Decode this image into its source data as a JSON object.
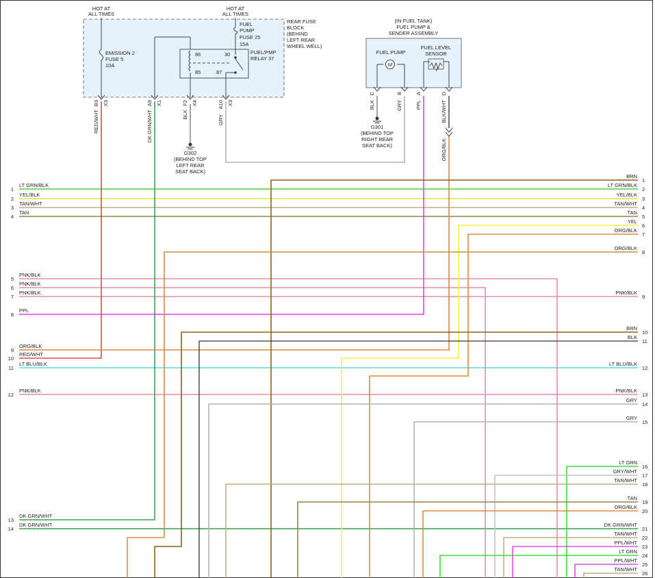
{
  "colors": {
    "LT GRN/BLK": "#52c94a",
    "YEL/BLK": "#e8e030",
    "TAN/WHT": "#c4ab87",
    "TAN": "#9a8246",
    "BRN": "#8a6418",
    "YEL": "#f4f23c",
    "ORG/BLK": "#dd8a3c",
    "PNK/BLK": "#e090a8",
    "PPL": "#e43ce4",
    "RED/WHT": "#e04848",
    "LT BLU/BLK": "#50d8e6",
    "BLK": "#333333",
    "GRY": "#b4b4b4",
    "DK GRN/WHT": "#3f9f4f",
    "LT GRN": "#3cdc3c",
    "GRY/WHT": "#c4c4c4",
    "PPL/WHT": "#e050e0",
    "BLK/WHT": "#555555"
  },
  "top": {
    "hot1": [
      "HOT AT",
      "ALL TIMES"
    ],
    "hot2": [
      "HOT AT",
      "ALL TIMES"
    ],
    "fuse_block": [
      "REAR FUSE",
      "BLOCK",
      "(BEHIND",
      "LEFT REAR",
      "WHEEL WELL)"
    ],
    "emission_fuse": [
      "EMISSION 2",
      "FUSE 5",
      "10A"
    ],
    "fuel_pump_fuse": [
      "FUEL",
      "PUMP",
      "FUSE 25",
      "15A"
    ],
    "relay": [
      "FUEL/PMP",
      "RELAY 37"
    ],
    "relay_pins": [
      "86",
      "30",
      "85",
      "87"
    ],
    "connectors": [
      {
        "pin": "B3",
        "conn": "X3",
        "wire": "RED/WHT"
      },
      {
        "pin": "A9",
        "conn": "X1",
        "wire": "DK GRN/WHT"
      },
      {
        "pin": "F2",
        "conn": "X4",
        "wire": "BLK"
      },
      {
        "pin": "A10",
        "conn": "X3",
        "wire": "GRY"
      }
    ],
    "g302": [
      "G302",
      "(BEHIND TOP",
      "LEFT REAR",
      "SEAT BACK)"
    ],
    "tank": [
      "(IN FUEL TANK)",
      "FUEL PUMP &",
      "SENDER ASSEMBLY"
    ],
    "fuel_pump_label": "FUEL PUMP",
    "motor": "M",
    "sensor": [
      "FUEL LEVEL",
      "SENSOR"
    ],
    "sender_pins": [
      {
        "pin": "C",
        "wire": "BLK"
      },
      {
        "pin": "B",
        "wire": "GRY"
      },
      {
        "pin": "A",
        "wire": "PPL"
      },
      {
        "pin": "D",
        "wire": "BLK/WHT"
      }
    ],
    "g301": [
      "G301",
      "(BEHIND TOP",
      "RIGHT REAR",
      "SEAT BACK)"
    ],
    "splice_wire": "ORG/BLK"
  },
  "left_wires": [
    {
      "num": "1",
      "label": "LT GRN/BLK"
    },
    {
      "num": "2",
      "label": "YEL/BLK"
    },
    {
      "num": "3",
      "label": "TAN/WHT"
    },
    {
      "num": "4",
      "label": "TAN"
    },
    {
      "num": "5",
      "label": "PNK/BLK"
    },
    {
      "num": "6",
      "label": "PNK/BLK"
    },
    {
      "num": "7",
      "label": "PNK/BLK"
    },
    {
      "num": "8",
      "label": "PPL"
    },
    {
      "num": "9",
      "label": "ORG/BLK"
    },
    {
      "num": "10",
      "label": "RED/WHT"
    },
    {
      "num": "11",
      "label": "LT BLU/BLK"
    },
    {
      "num": "12",
      "label": "PNK/BLK"
    },
    {
      "num": "13",
      "label": "DK GRN/WHT"
    },
    {
      "num": "14",
      "label": "DK GRN/WHT"
    }
  ],
  "right_wires": [
    {
      "num": "1",
      "label": "BRN"
    },
    {
      "num": "2",
      "label": "LT GRN/BLK"
    },
    {
      "num": "3",
      "label": "YEL/BLK"
    },
    {
      "num": "4",
      "label": "TAN/WHT"
    },
    {
      "num": "5",
      "label": "TAN"
    },
    {
      "num": "6",
      "label": "YEL"
    },
    {
      "num": "7",
      "label": "ORG/BLK"
    },
    {
      "num": "8",
      "label": "ORG/BLK"
    },
    {
      "num": "9",
      "label": "PNK/BLK"
    },
    {
      "num": "10",
      "label": "BRN"
    },
    {
      "num": "11",
      "label": "BLK"
    },
    {
      "num": "12",
      "label": "LT BLU/BLK"
    },
    {
      "num": "13",
      "label": "PNK/BLK"
    },
    {
      "num": "14",
      "label": "GRY"
    },
    {
      "num": "15",
      "label": "GRY"
    },
    {
      "num": "16",
      "label": "LT GRN"
    },
    {
      "num": "17",
      "label": "GRY/WHT"
    },
    {
      "num": "18",
      "label": "TAN/WHT"
    },
    {
      "num": "19",
      "label": "TAN"
    },
    {
      "num": "20",
      "label": "ORG/BLK"
    },
    {
      "num": "21",
      "label": "DK GRN/WHT"
    },
    {
      "num": "22",
      "label": "TAN/WHT"
    },
    {
      "num": "23",
      "label": "PPL/WHT"
    },
    {
      "num": "24",
      "label": "LT GRN"
    },
    {
      "num": "25",
      "label": "PPL/WHT"
    },
    {
      "num": "26",
      "label": "TAN/WHT"
    }
  ]
}
